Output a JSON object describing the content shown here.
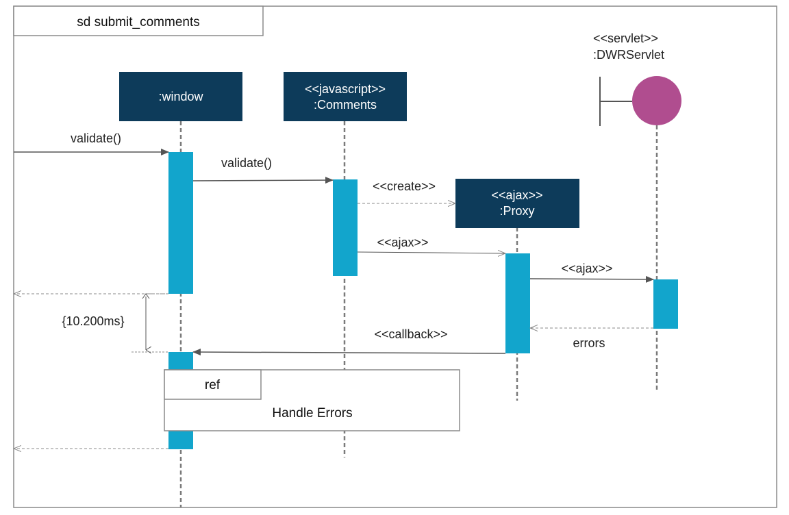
{
  "frame": {
    "title": "sd submit_comments"
  },
  "lifelines": {
    "window": {
      "label": ":window"
    },
    "comments": {
      "stereotype": "<<javascript>>",
      "label": ":Comments"
    },
    "proxy": {
      "stereotype": "<<ajax>>",
      "label": ":Proxy"
    },
    "servlet": {
      "stereotype": "<<servlet>>",
      "label": ":DWRServlet"
    }
  },
  "messages": {
    "m1": "validate()",
    "m2": "validate()",
    "m3": "<<create>>",
    "m4": "<<ajax>>",
    "m5": "<<ajax>>",
    "m6": "errors",
    "m7": "<<callback>>"
  },
  "constraint": {
    "duration": "{10.200ms}"
  },
  "ref": {
    "tag": "ref",
    "label": "Handle Errors"
  },
  "colors": {
    "header": "#0d3b5a",
    "activation": "#12a5cc",
    "boundary": "#b04d8f",
    "line": "#555555",
    "frame": "#8a8a8a"
  }
}
